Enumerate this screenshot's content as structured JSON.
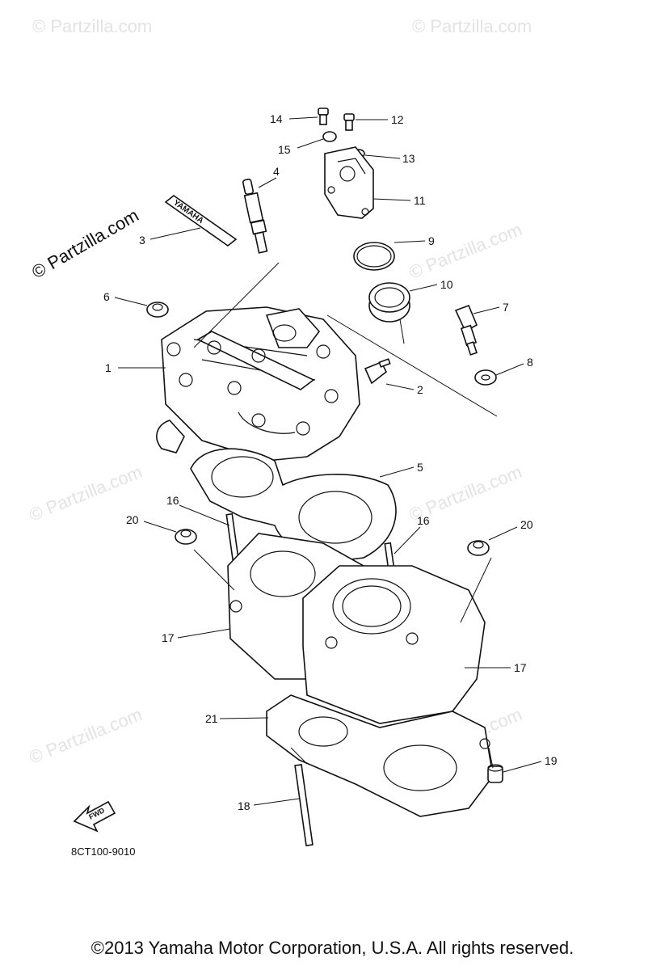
{
  "watermark": {
    "text": "© Partzilla.com"
  },
  "diagram_code": "8CT100-9010",
  "fwd_label": "FWD",
  "decal_text": "YAMAHA",
  "copyright": "©2013 Yamaha Motor Corporation, U.S.A. All rights reserved.",
  "callouts": {
    "c1": "1",
    "c2": "2",
    "c3": "3",
    "c4": "4",
    "c5": "5",
    "c6": "6",
    "c7": "7",
    "c8": "8",
    "c9": "9",
    "c10": "10",
    "c11": "11",
    "c12": "12",
    "c13": "13",
    "c14": "14",
    "c15": "15",
    "c16a": "16",
    "c16b": "16",
    "c17a": "17",
    "c17b": "17",
    "c18": "18",
    "c19": "19",
    "c20a": "20",
    "c20b": "20",
    "c21": "21"
  }
}
